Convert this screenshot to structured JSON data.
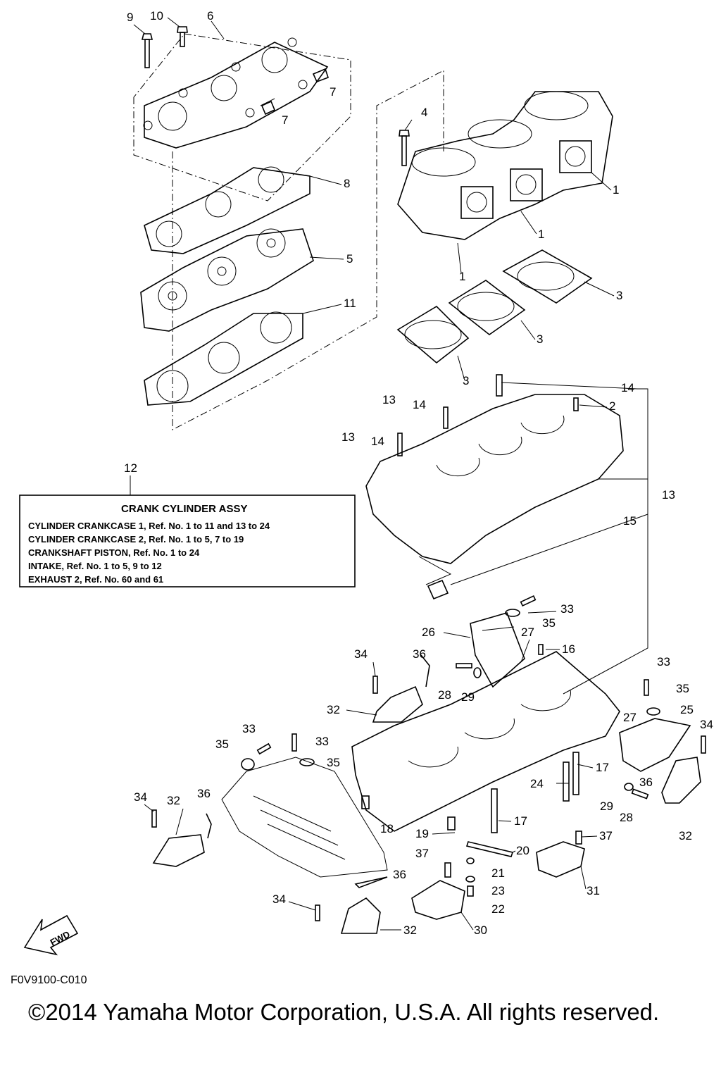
{
  "callouts": [
    "9",
    "10",
    "6",
    "7",
    "7",
    "8",
    "5",
    "11",
    "4",
    "1",
    "1",
    "1",
    "3",
    "3",
    "3",
    "14",
    "2",
    "13",
    "14",
    "13",
    "14",
    "12",
    "13",
    "15",
    "33",
    "35",
    "26",
    "27",
    "16",
    "36",
    "34",
    "28",
    "29",
    "32",
    "33",
    "35",
    "25",
    "34",
    "27",
    "17",
    "33",
    "33",
    "35",
    "35",
    "36",
    "24",
    "29",
    "28",
    "32",
    "34",
    "32",
    "36",
    "18",
    "17",
    "19",
    "37",
    "20",
    "21",
    "37",
    "23",
    "22",
    "31",
    "36",
    "34",
    "32",
    "30"
  ],
  "info_box": {
    "title": "CRANK  CYLINDER ASSY",
    "lines": [
      "CYLINDER CRANKCASE 1, Ref. No. 1 to 11 and  13 to 24",
      "CYLINDER CRANKCASE 2, Ref. No. 1 to 5, 7 to 19",
      "CRANKSHAFT PISTON,        Ref. No. 1 to 24",
      "INTAKE,          Ref. No. 1 to 5, 9 to 12",
      "EXHAUST 2,  Ref. No. 60 and 61"
    ]
  },
  "fwd_label": "FWD",
  "diagram_code": "F0V9100-C010",
  "copyright": "©2014 Yamaha Motor Corporation, U.S.A. All rights reserved."
}
